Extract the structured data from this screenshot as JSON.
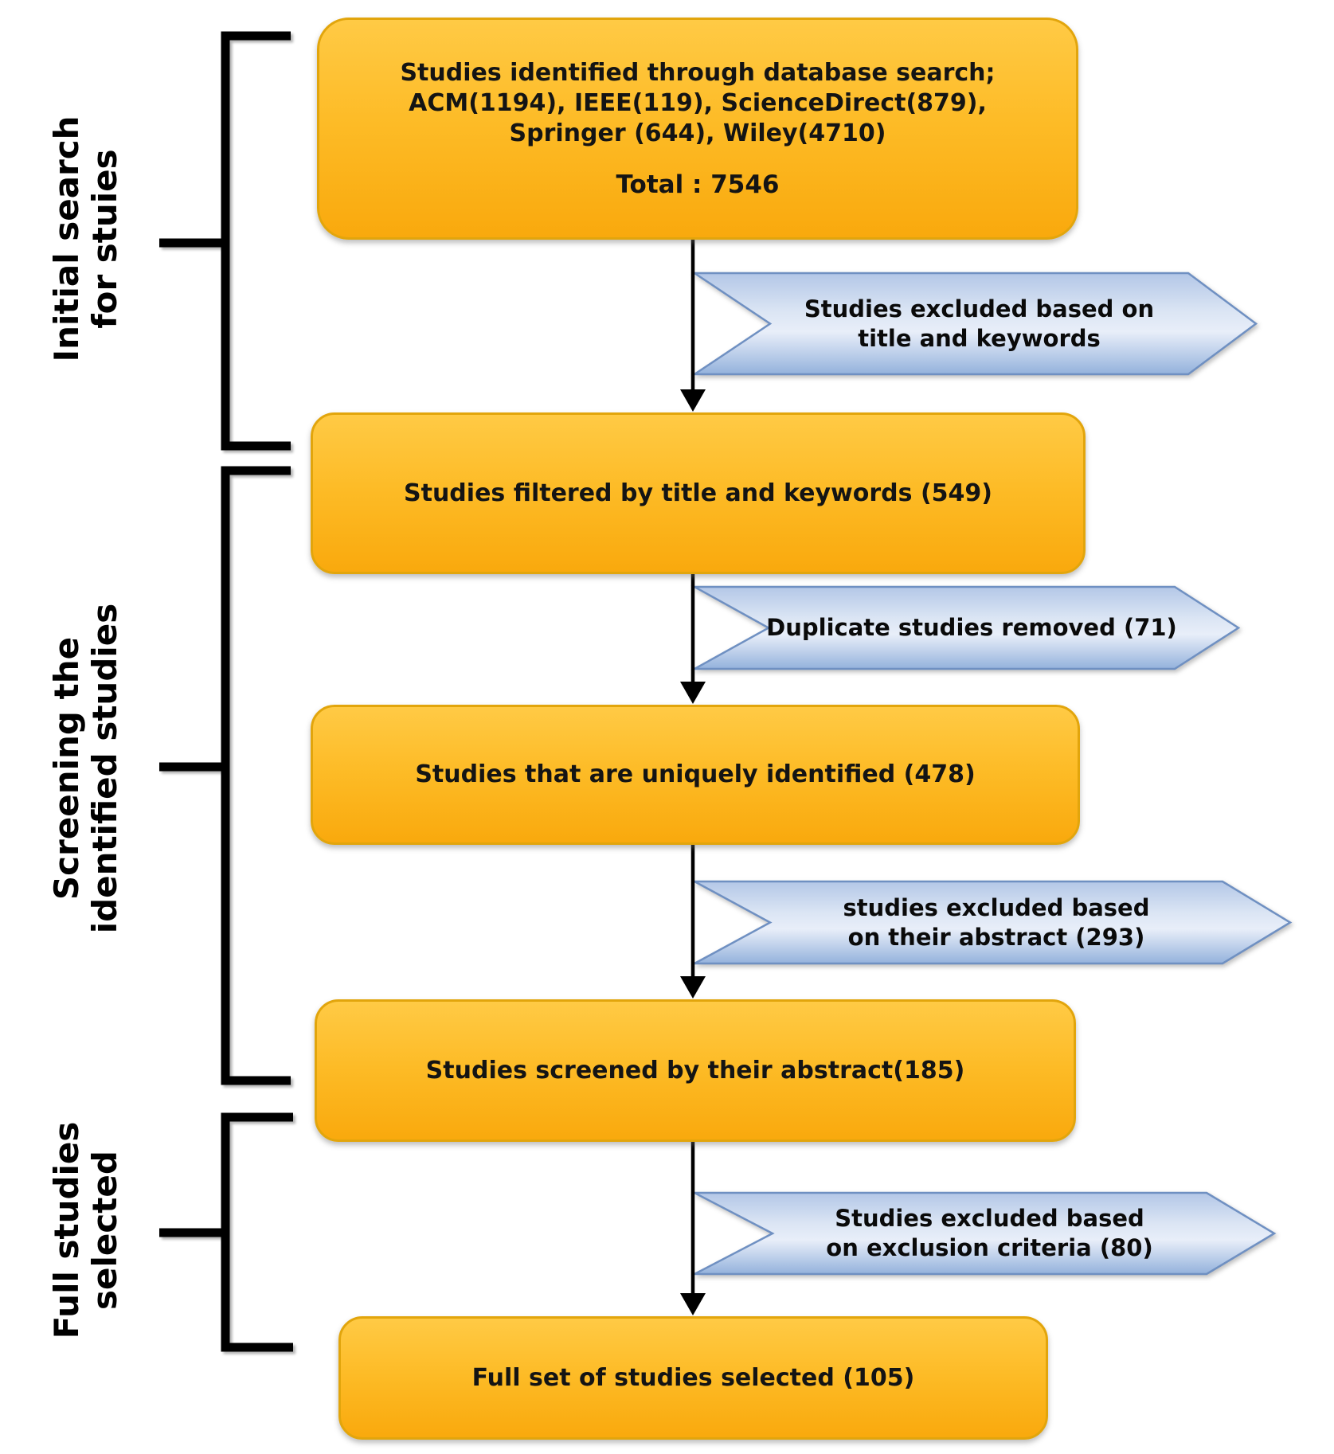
{
  "diagram": {
    "side_labels": [
      {
        "lines": [
          "Initial search",
          "for stuies"
        ]
      },
      {
        "lines": [
          "Screening the",
          "identified studies"
        ]
      },
      {
        "lines": [
          "Full studies",
          "selected"
        ]
      }
    ],
    "boxes": [
      {
        "lines": [
          "Studies identified through database search;",
          "ACM(1194), IEEE(119), ScienceDirect(879),",
          "Springer (644), Wiley(4710)"
        ],
        "total": "Total : 7546"
      },
      {
        "text": "Studies filtered by title and keywords (549)"
      },
      {
        "text": "Studies that are uniquely identified (478)"
      },
      {
        "text": "Studies screened by their abstract(185)"
      },
      {
        "text": "Full set of studies selected (105)"
      }
    ],
    "callouts": [
      {
        "lines": [
          "Studies excluded based on",
          "title and keywords"
        ]
      },
      {
        "lines": [
          "Duplicate studies removed (71)"
        ]
      },
      {
        "lines": [
          "studies excluded based",
          "on their abstract (293)"
        ]
      },
      {
        "lines": [
          "Studies excluded based",
          "on exclusion criteria (80)"
        ]
      }
    ],
    "counts": {
      "acm": 1194,
      "ieee": 119,
      "sciencedirect": 879,
      "springer": 644,
      "wiley": 4710,
      "total": 7546,
      "filtered_title_keywords": 549,
      "duplicates_removed": 71,
      "uniquely_identified": 478,
      "excluded_abstract": 293,
      "screened_abstract": 185,
      "excluded_criteria": 80,
      "full_selected": 105
    },
    "colors": {
      "box_fill_top": "#ffca45",
      "box_fill_bottom": "#f9a90d",
      "box_border": "#e2a50c",
      "callout_fill_top": "#b3c7e7",
      "callout_fill_light": "#e8eef9",
      "callout_fill_bottom": "#94b2dc",
      "callout_border": "#6f90c2",
      "line": "#000000"
    }
  }
}
